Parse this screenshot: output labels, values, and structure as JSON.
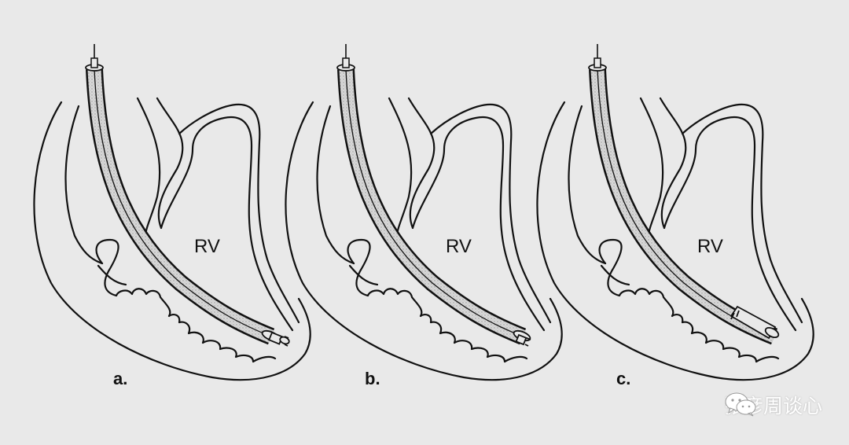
{
  "figure": {
    "chamber_label": "RV",
    "panels": [
      {
        "label": "a.",
        "chamber_label": "RV"
      },
      {
        "label": "b.",
        "chamber_label": "RV"
      },
      {
        "label": "c.",
        "chamber_label": "RV"
      }
    ]
  },
  "watermark": {
    "text": "张彦周谈心",
    "icon": "wechat-icon"
  },
  "colors": {
    "background": "#e9e9e9",
    "line": "#111111",
    "sheath_fill": "#cfcfcf"
  }
}
